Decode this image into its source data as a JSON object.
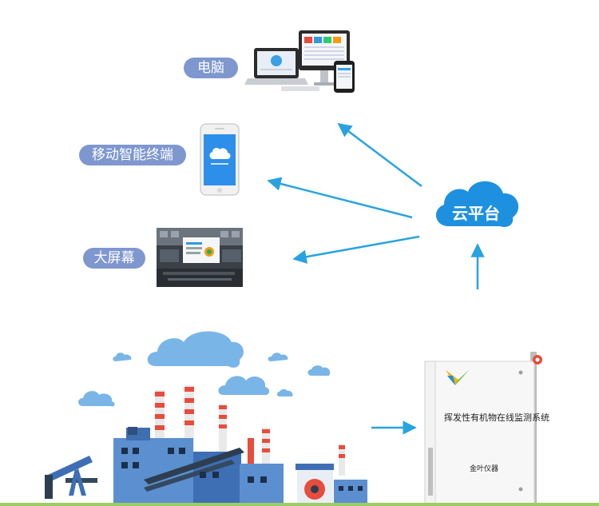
{
  "labels": {
    "computer": "电脑",
    "mobile": "移动智能终端",
    "big_screen": "大屏幕",
    "cloud": "云平台"
  },
  "device": {
    "system_name": "挥发性有机物在线监测系统",
    "brand": "金叶仪器"
  },
  "colors": {
    "pill": "#7f97cf",
    "arrow": "#29a3e0",
    "cloud": "#1e90e0",
    "ground": "#9ccc65"
  },
  "icons": [
    "computer-devices-icon",
    "smartphone-icon",
    "control-room-screen-icon",
    "cloud-icon",
    "factory-icon",
    "monitor-cabinet-icon"
  ]
}
